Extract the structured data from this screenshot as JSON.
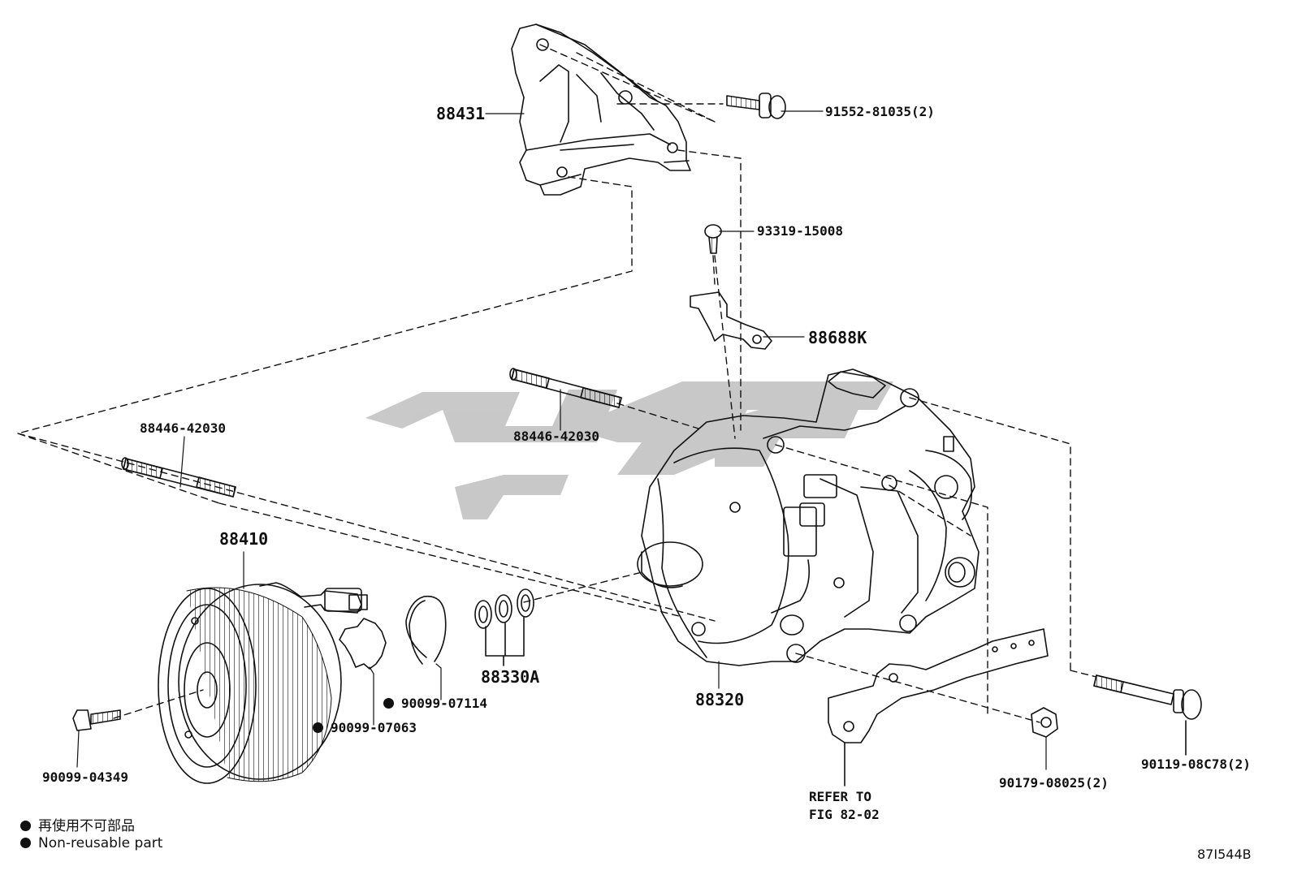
{
  "watermark": {
    "color": "#c4c4c4"
  },
  "parts": {
    "bracket": "88431",
    "bolt_top": "91552-81035(2)",
    "screw": "93319-15008",
    "clamp": "88688K",
    "stud_left": "88446-42030",
    "stud_right": "88446-42030",
    "clutch": "88410",
    "snap_ring": "90099-07114",
    "shim": "90099-07063",
    "shim_set": "88330A",
    "compressor": "88320",
    "bolt_clutch": "90099-04349",
    "nut": "90179-08025(2)",
    "bolt_right": "90119-08C78(2)",
    "refer_line1": "REFER TO",
    "refer_line2": "FIG 82-02"
  },
  "legend": {
    "jp": "再使用不可部品",
    "en": "Non-reusable part"
  },
  "figure_code": "87I544B"
}
